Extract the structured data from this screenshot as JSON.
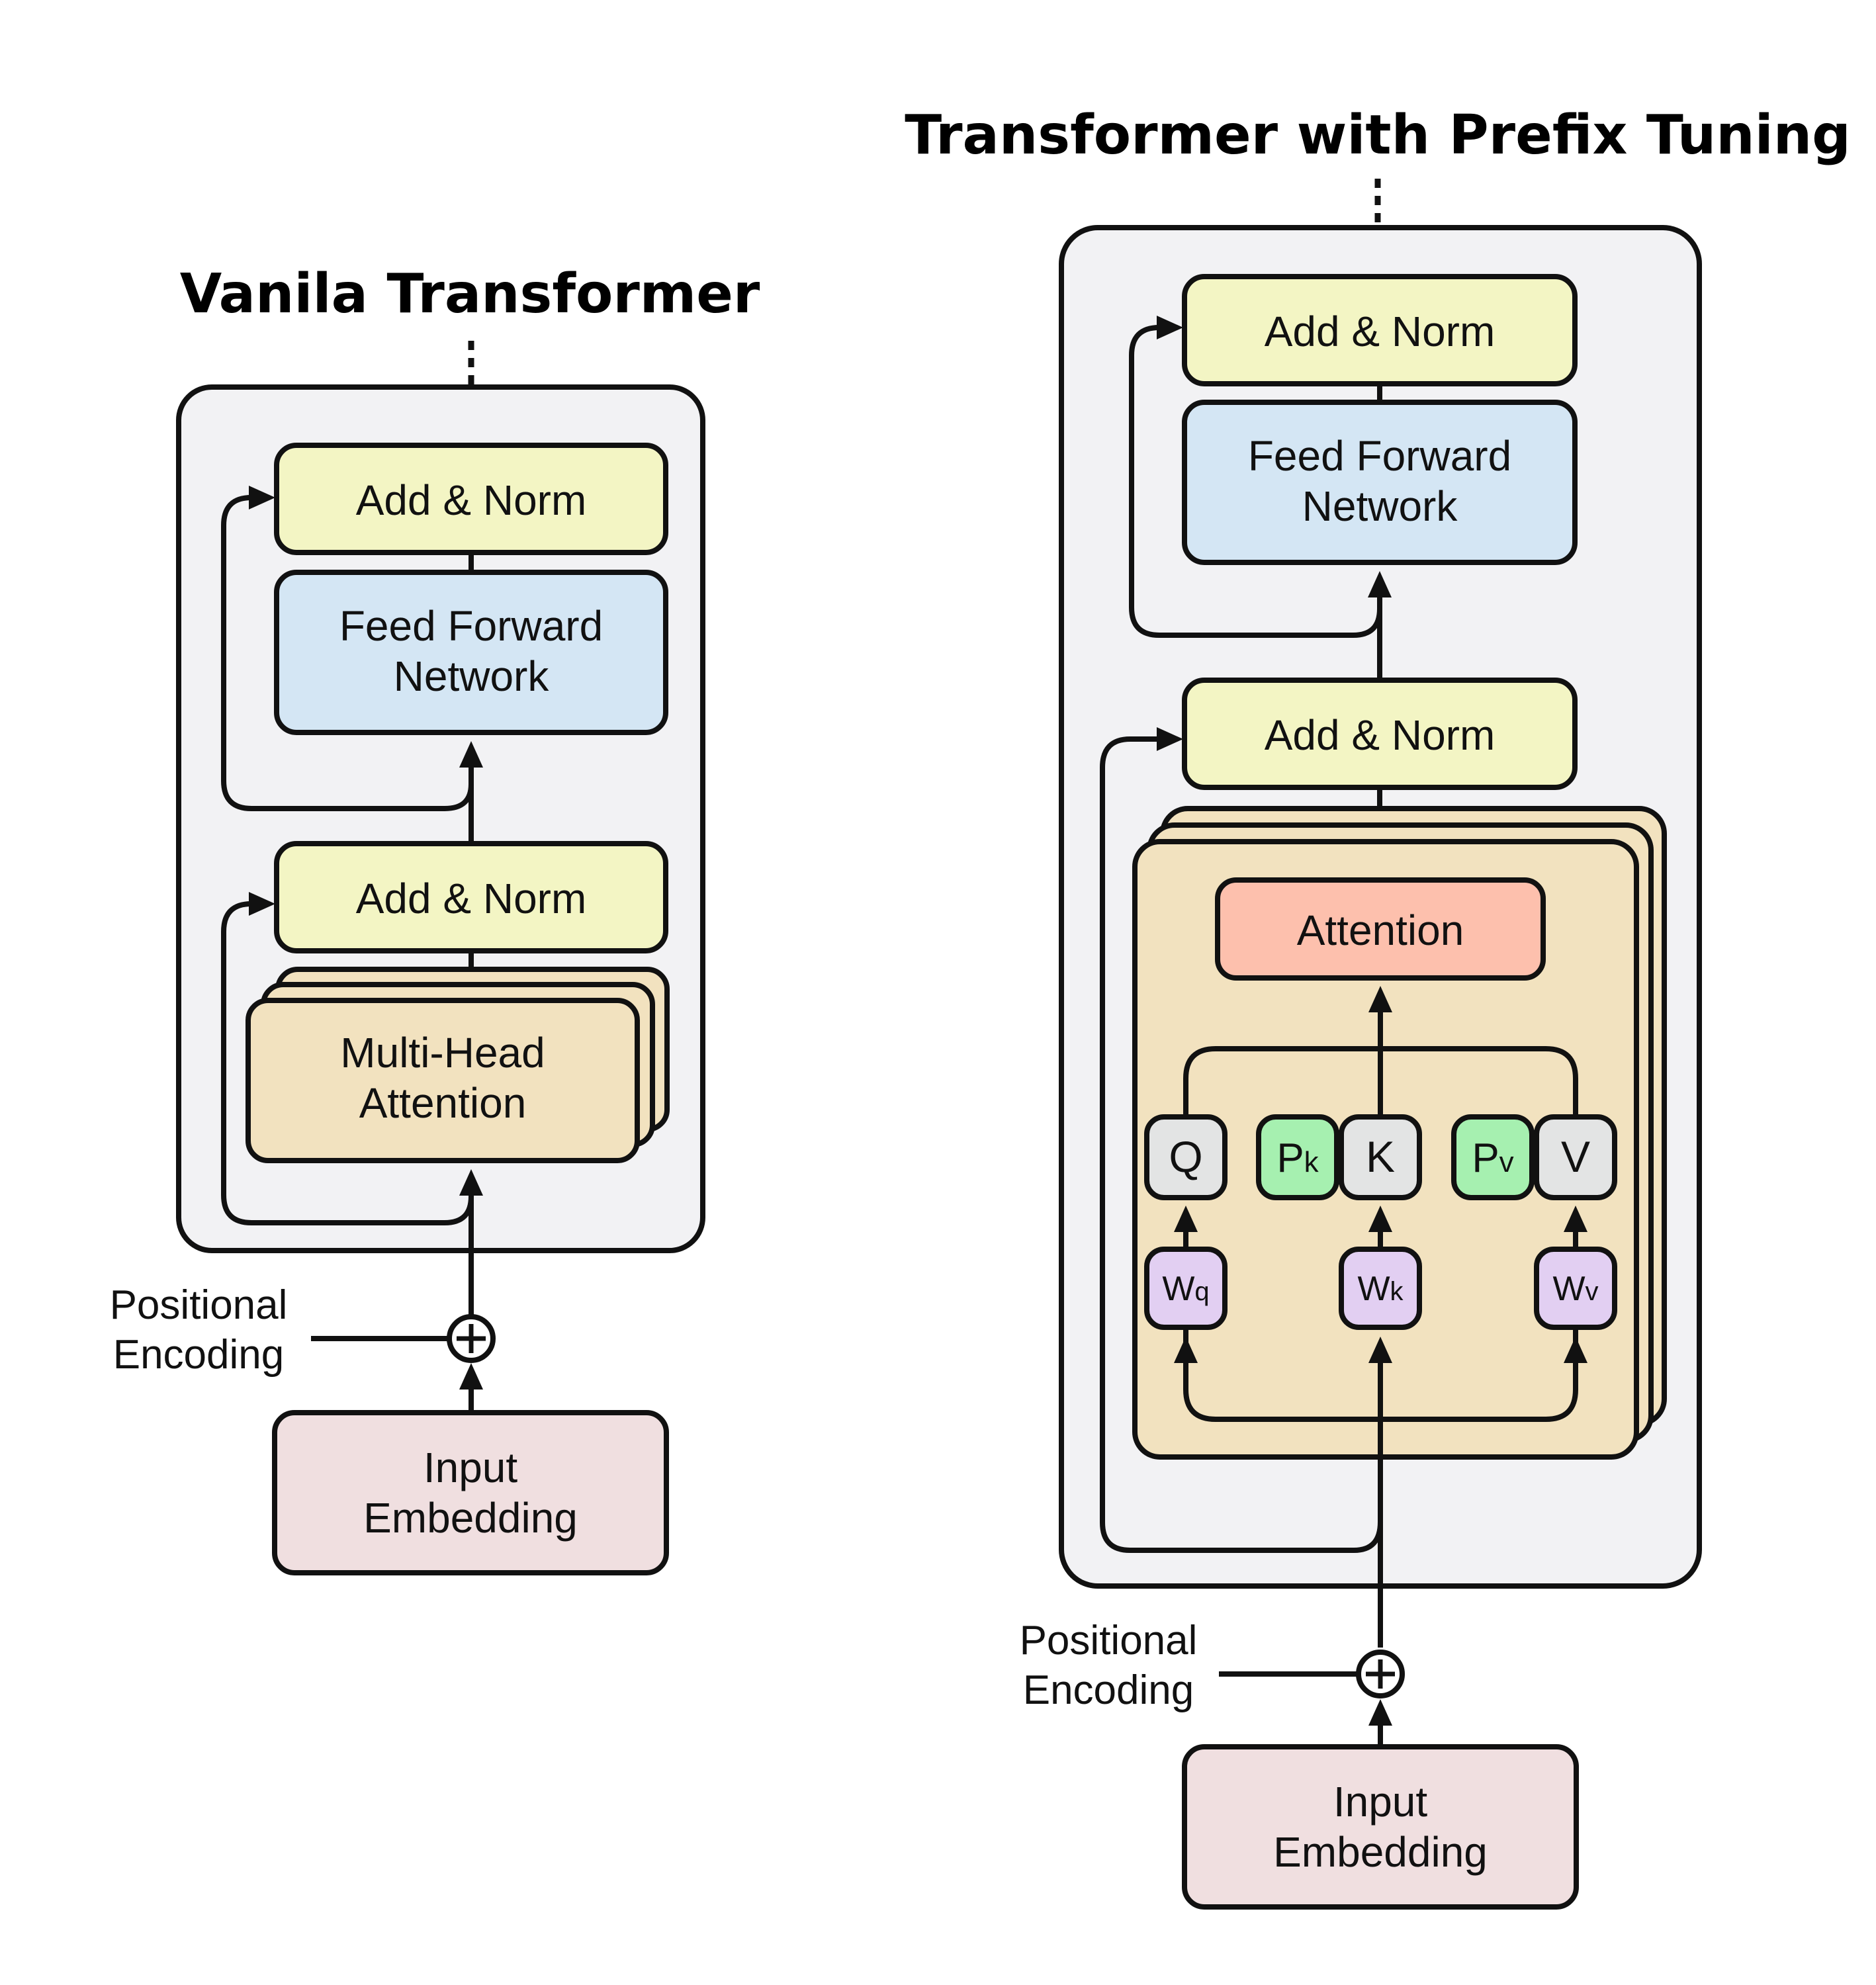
{
  "colors": {
    "panel_bg": "#f2f2f4",
    "add_norm": "#f3f5c4",
    "feed_forward": "#d4e6f4",
    "multi_head_attention": "#f2e2bf",
    "input_embedding": "#f0dfe0",
    "attention": "#fdc0ad",
    "qkv": "#e3e4e4",
    "prefix": "#a6f0b0",
    "weights": "#e2cff2",
    "stroke": "#111111"
  },
  "vanilla": {
    "title": "Vanila Transformer",
    "add_norm_top": "Add & Norm",
    "feed_forward_line1": "Feed Forward",
    "feed_forward_line2": "Network",
    "add_norm_bottom": "Add & Norm",
    "mha_line1": "Multi-Head",
    "mha_line2": "Attention",
    "pos_enc_line1": "Positional",
    "pos_enc_line2": "Encoding",
    "input_line1": "Input",
    "input_line2": "Embedding"
  },
  "prefix": {
    "title": "Transformer with Prefix Tuning",
    "add_norm_top": "Add & Norm",
    "feed_forward_line1": "Feed Forward",
    "feed_forward_line2": "Network",
    "add_norm_bottom": "Add & Norm",
    "attention": "Attention",
    "q": "Q",
    "k": "K",
    "v": "V",
    "pk_main": "P",
    "pk_sub": "k",
    "pv_main": "P",
    "pv_sub": "v",
    "wq_main": "W",
    "wq_sub": "q",
    "wk_main": "W",
    "wk_sub": "k",
    "wv_main": "W",
    "wv_sub": "v",
    "pos_enc_line1": "Positional",
    "pos_enc_line2": "Encoding",
    "input_line1": "Input",
    "input_line2": "Embedding"
  }
}
